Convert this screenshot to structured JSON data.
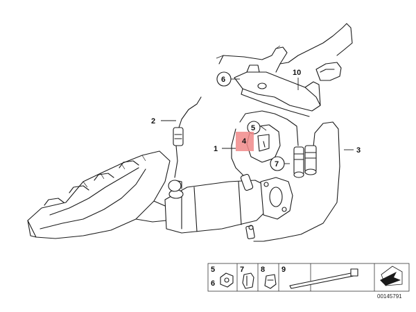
{
  "diagram": {
    "callouts": {
      "c1": "1",
      "c2": "2",
      "c3": "3",
      "c4": "4",
      "c5": "5",
      "c6": "6",
      "c7": "7",
      "c10": "10"
    },
    "highlight_color": "#f08a8a",
    "legend": {
      "l5": "5",
      "l6": "6",
      "l7": "7",
      "l8": "8",
      "l9": "9"
    },
    "reference_number": "00145791"
  }
}
